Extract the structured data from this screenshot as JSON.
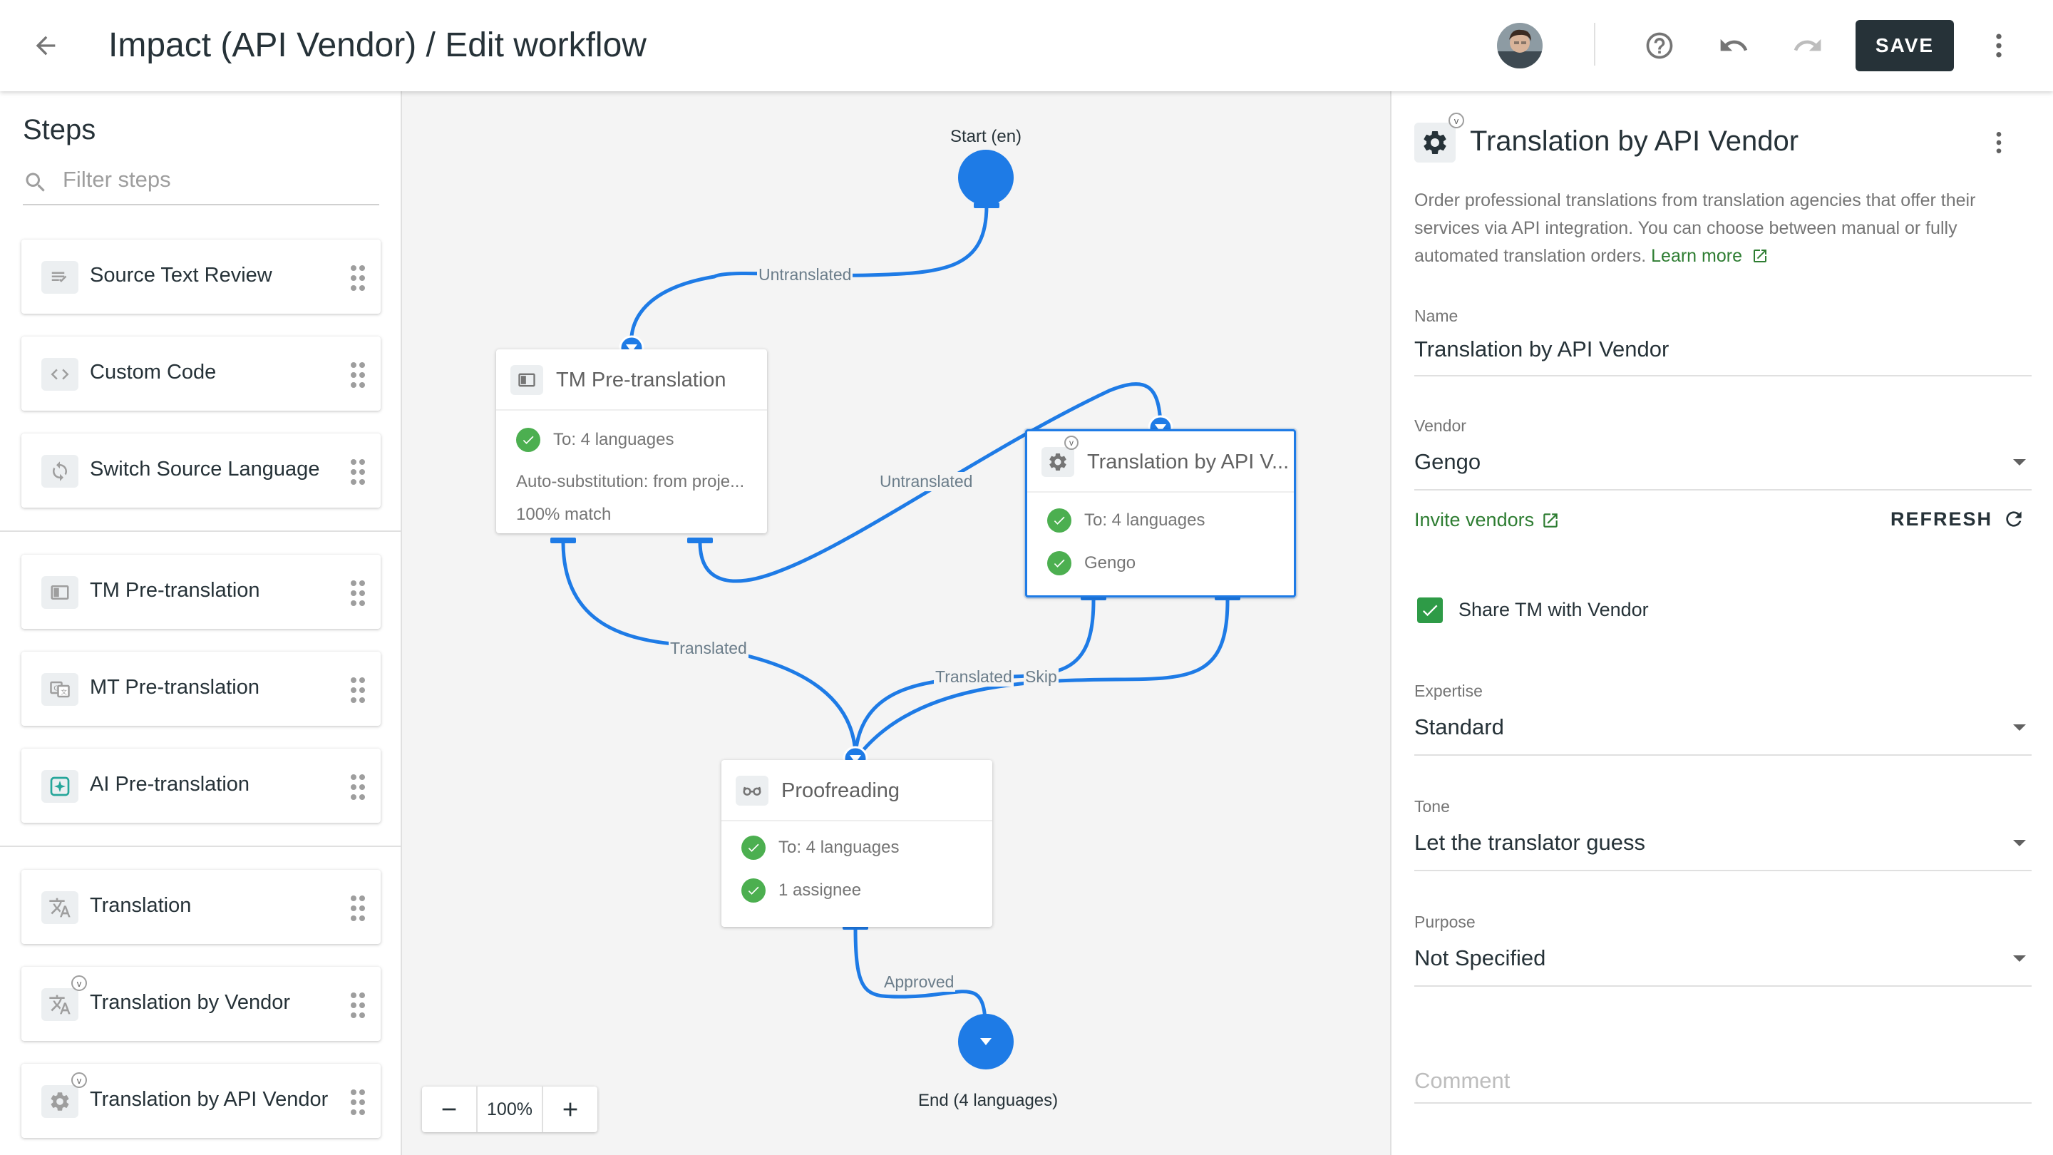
{
  "header": {
    "title": "Impact (API Vendor) / Edit workflow",
    "save_label": "SAVE"
  },
  "sidebar": {
    "title": "Steps",
    "filter_placeholder": "Filter steps",
    "items": [
      {
        "label": "Source Text Review",
        "icon": "review-icon"
      },
      {
        "label": "Custom Code",
        "icon": "code-icon"
      },
      {
        "label": "Switch Source Language",
        "icon": "switch-icon"
      },
      {
        "label": "TM Pre-translation",
        "icon": "tm-icon"
      },
      {
        "label": "MT Pre-translation",
        "icon": "mt-icon"
      },
      {
        "label": "AI Pre-translation",
        "icon": "ai-icon"
      },
      {
        "label": "Translation",
        "icon": "translate-icon"
      },
      {
        "label": "Translation by Vendor",
        "icon": "translate-icon",
        "badge": "v"
      },
      {
        "label": "Translation by API Vendor",
        "icon": "gear-icon",
        "badge": "v"
      }
    ]
  },
  "canvas": {
    "start_label": "Start (en)",
    "end_label": "End (4 languages)",
    "zoom": "100%",
    "edges": {
      "untranslated_1": "Untranslated",
      "untranslated_2": "Untranslated",
      "translated": "Translated",
      "translated_2": "Translated",
      "skip": "Skip",
      "approved": "Approved"
    },
    "nodes": {
      "tm": {
        "title": "TM Pre-translation",
        "line1": "To: 4 languages",
        "line2": "Auto-substitution: from proje...",
        "line3": "100% match"
      },
      "api": {
        "title": "Translation by API V...",
        "badge": "v",
        "line1": "To: 4 languages",
        "line2": "Gengo"
      },
      "proof": {
        "title": "Proofreading",
        "line1": "To: 4 languages",
        "line2": "1 assignee"
      }
    }
  },
  "panel": {
    "title": "Translation by API Vendor",
    "badge": "v",
    "description": "Order professional translations from translation agencies that offer their services via API integration. You can choose between manual or fully automated translation orders. ",
    "learn_more": "Learn more",
    "name_label": "Name",
    "name_value": "Translation by API Vendor",
    "vendor_label": "Vendor",
    "vendor_value": "Gengo",
    "invite_label": "Invite vendors",
    "refresh_label": "REFRESH",
    "share_tm_label": "Share TM with Vendor",
    "share_tm_checked": true,
    "expertise_label": "Expertise",
    "expertise_value": "Standard",
    "tone_label": "Tone",
    "tone_value": "Let the translator guess",
    "purpose_label": "Purpose",
    "purpose_value": "Not Specified",
    "comment_placeholder": "Comment"
  },
  "colors": {
    "accent": "#1e7be6",
    "save_bg": "#263238",
    "success": "#4caf50",
    "link": "#2e7d32"
  }
}
